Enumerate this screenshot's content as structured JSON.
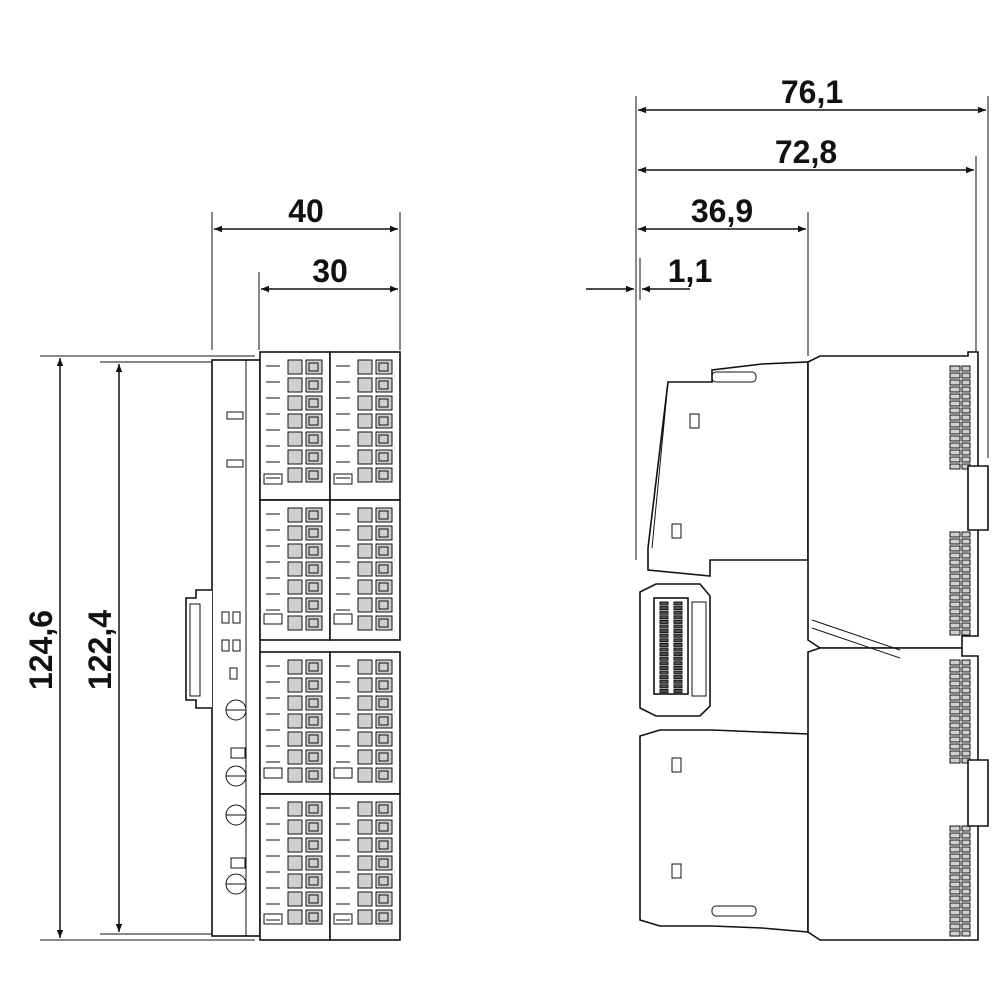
{
  "dimensions": {
    "front_width_total": "40",
    "front_width_terminals": "30",
    "height_total": "124,6",
    "height_inner": "122,4",
    "side_depth_total": "76,1",
    "side_depth_body": "72,8",
    "side_depth_mid": "36,9",
    "side_offset": "1,1"
  },
  "colors": {
    "line": "#111111",
    "terminal_fill": "#cfcfcf",
    "background": "#ffffff"
  }
}
